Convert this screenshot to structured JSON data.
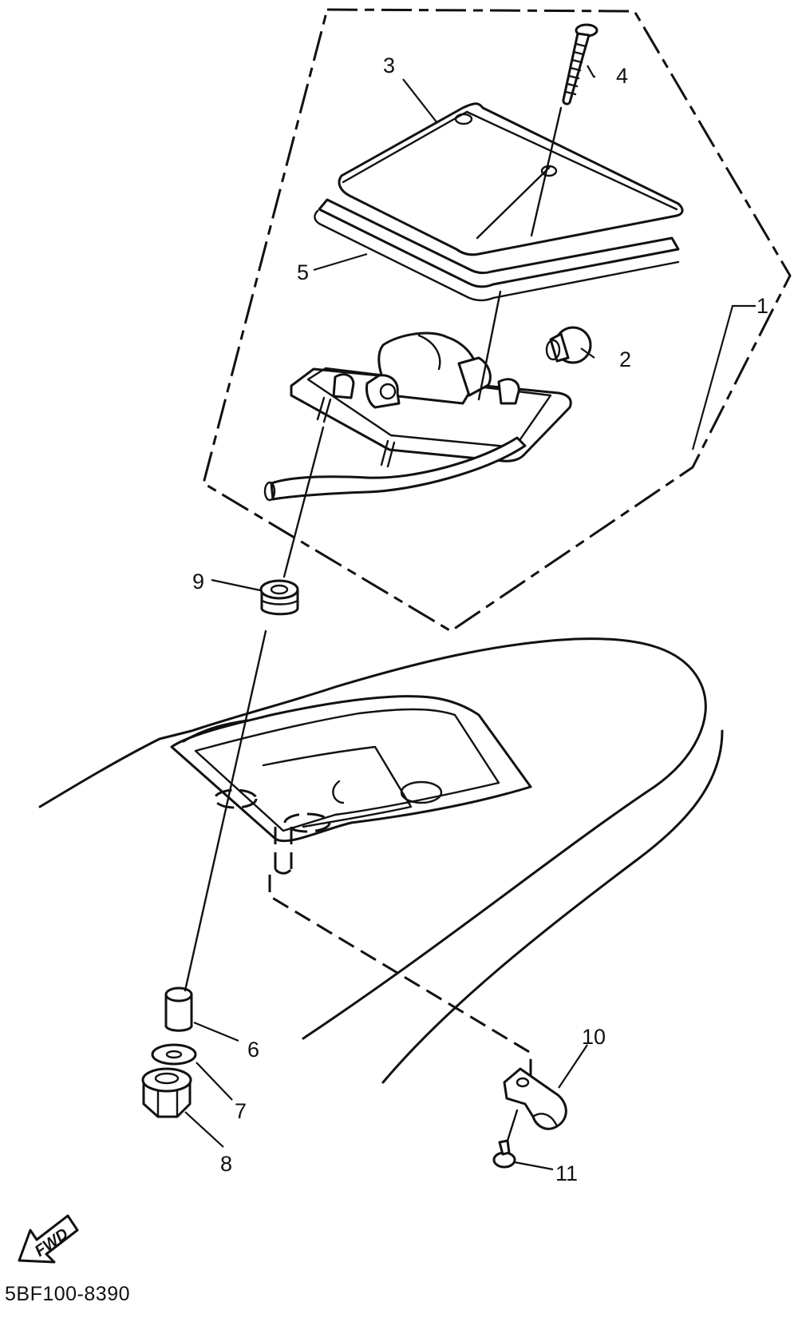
{
  "diagram": {
    "callouts": [
      "1",
      "2",
      "3",
      "4",
      "5",
      "6",
      "7",
      "8",
      "9",
      "10",
      "11"
    ],
    "fwd_label": "FWD",
    "reference_code": "5BF100-8390"
  }
}
